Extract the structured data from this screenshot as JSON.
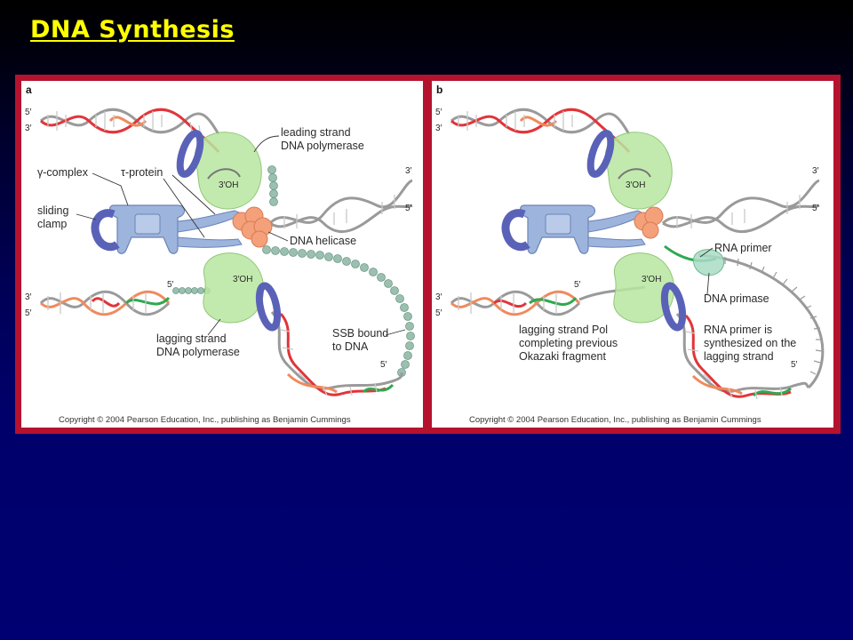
{
  "slide": {
    "title": "DNA Synthesis"
  },
  "panel_a": {
    "letter": "a",
    "labels": {
      "five_prime_top": "5′",
      "three_prime_top": "3′",
      "leading_polymerase_line1": "leading strand",
      "leading_polymerase_line2": "DNA polymerase",
      "gamma_complex": "γ-complex",
      "tau_protein": "τ-protein",
      "sliding_clamp_line1": "sliding",
      "sliding_clamp_line2": "clamp",
      "three_oh_upper": "3′OH",
      "three_oh_lower": "3′OH",
      "right_three_prime": "3′",
      "right_five_prime": "5′",
      "dna_helicase": "DNA helicase",
      "left_three_prime": "3′",
      "left_five_prime": "5′",
      "mid_five_prime": "5′",
      "ssb_line1": "SSB bound",
      "ssb_line2": "to DNA",
      "lagging_polymerase_line1": "lagging strand",
      "lagging_polymerase_line2": "DNA polymerase",
      "bottom_five_prime": "5′"
    },
    "copyright": "Copyright © 2004 Pearson Education, Inc., publishing as Benjamin Cummings"
  },
  "panel_b": {
    "letter": "b",
    "labels": {
      "five_prime_top": "5′",
      "three_prime_top": "3′",
      "three_oh_upper": "3′OH",
      "three_oh_lower": "3′OH",
      "right_three_prime": "3′",
      "right_five_prime": "5′",
      "rna_primer": "RNA primer",
      "dna_primase": "DNA primase",
      "left_three_prime": "3′",
      "left_five_prime": "5′",
      "mid_five_prime": "5′",
      "lagging_pol_line1": "lagging strand Pol",
      "lagging_pol_line2": "completing previous",
      "lagging_pol_line3": "Okazaki fragment",
      "rna_synth_line1": "RNA primer is",
      "rna_synth_line2": "synthesized on the",
      "rna_synth_line3": "lagging strand",
      "bottom_five_prime": "5′"
    },
    "copyright": "Copyright © 2004 Pearson Education, Inc., publishing as Benjamin Cummings"
  },
  "colors": {
    "frame": "#b5122e",
    "title": "#ffff00",
    "polymerase": "#b8e6a0",
    "clamp_complex": "#9db4dc",
    "clamp_ring": "#5a62b8",
    "helicase": "#f4a07a",
    "ssb": "#9cc0b0",
    "dna_gray": "#9a9a9a",
    "dna_red": "#e0353a",
    "dna_orange": "#f08a5d",
    "dna_green": "#2fa84f"
  }
}
